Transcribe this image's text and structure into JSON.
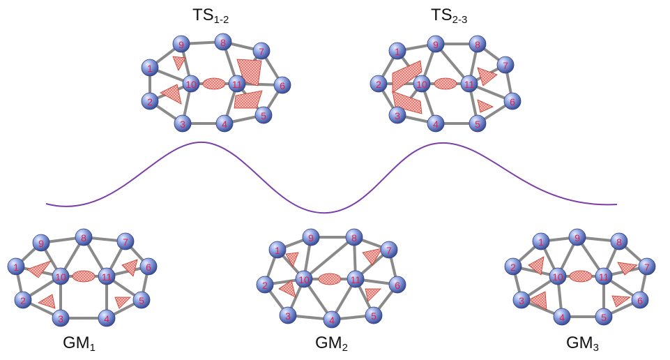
{
  "captions": {
    "ts12": {
      "main": "TS",
      "sub": "1-2"
    },
    "ts23": {
      "main": "TS",
      "sub": "2-3"
    },
    "gm1": {
      "main": "GM",
      "sub": "1"
    },
    "gm2": {
      "main": "GM",
      "sub": "2"
    },
    "gm3": {
      "main": "GM",
      "sub": "3"
    }
  },
  "colors": {
    "curve": "#7a3fa8",
    "bond": "#8a8a8a",
    "atom": "#7a8fd6",
    "atom_label": "#e0204a",
    "patch_fill": "#f6b8b0",
    "patch_stroke": "#c0392b"
  },
  "structures": [
    {
      "id": "ts12",
      "atoms": [
        "9",
        "8",
        "7",
        "1",
        "10",
        "11",
        "6",
        "2",
        "3",
        "4",
        "5"
      ]
    },
    {
      "id": "ts23",
      "atoms": [
        "1",
        "9",
        "8",
        "7",
        "2",
        "10",
        "11",
        "6",
        "3",
        "4",
        "5"
      ]
    },
    {
      "id": "gm1",
      "atoms": [
        "9",
        "8",
        "7",
        "1",
        "10",
        "11",
        "6",
        "2",
        "5",
        "3",
        "4"
      ]
    },
    {
      "id": "gm2",
      "atoms": [
        "9",
        "8",
        "1",
        "7",
        "10",
        "11",
        "2",
        "6",
        "3",
        "4",
        "5"
      ]
    },
    {
      "id": "gm3",
      "atoms": [
        "9",
        "1",
        "8",
        "2",
        "10",
        "11",
        "7",
        "3",
        "6",
        "4",
        "5"
      ]
    }
  ]
}
